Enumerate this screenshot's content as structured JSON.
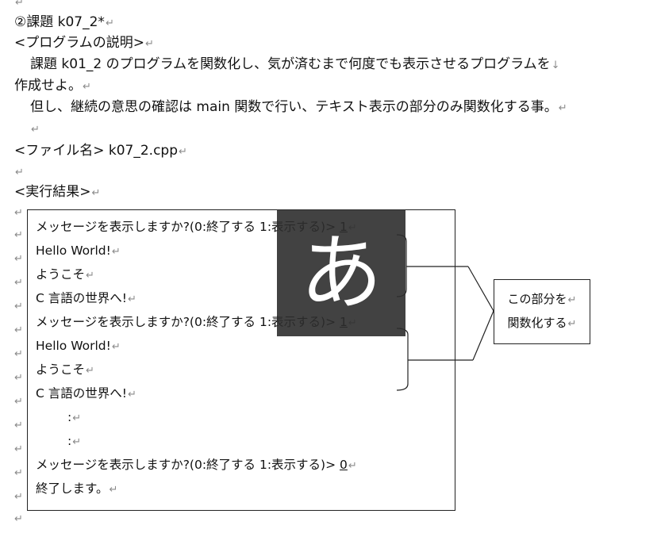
{
  "paragraph_mark": "↵",
  "line_break_mark": "↓",
  "heading": "②課題 k07_2*",
  "description_heading": "<プログラムの説明>",
  "description_line1": "課題 k01_2 のプログラムを関数化し、気が済むまで何度でも表示させるプログラムを",
  "description_line2": "作成せよ。",
  "description_line3": "但し、継続の意思の確認は main 関数で行い、テキスト表示の部分のみ関数化する事。",
  "filename_label": "<ファイル名> k07_2.cpp",
  "result_heading": "<実行結果>",
  "output": {
    "prompt": "メッセージを表示しますか?(0:終了する 1:表示する)>",
    "answer1": "1",
    "answer2": "1",
    "answer3": "0",
    "hello": "Hello World!",
    "welcome": "ようこそ",
    "world": "C 言語の世界へ!",
    "ellipsis": ":",
    "end": "終了します。"
  },
  "callout": {
    "line1": "この部分を",
    "line2": "関数化する"
  },
  "ime_indicator": "あ"
}
